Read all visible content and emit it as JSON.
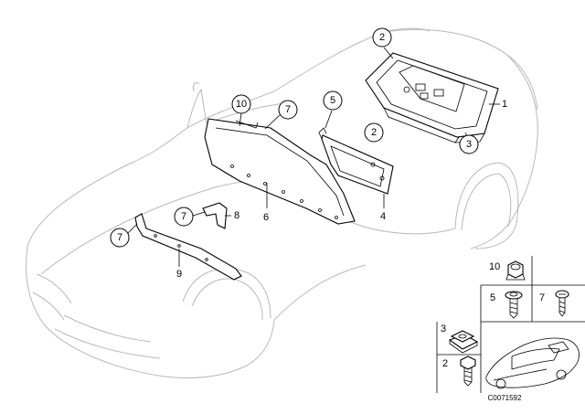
{
  "diagram": {
    "callouts": {
      "c2_top": "2",
      "c1": "1",
      "c3": "3",
      "c5": "5",
      "c2_mid": "2",
      "c10": "10",
      "c7_panel": "7",
      "c6": "6",
      "c4": "4",
      "c7_bracket": "7",
      "c8": "8",
      "c7_strip": "7",
      "c9": "9"
    },
    "legend": {
      "l10": "10",
      "l5": "5",
      "l7": "7",
      "l3": "3",
      "l2": "2"
    },
    "image_code": "C0071592"
  }
}
